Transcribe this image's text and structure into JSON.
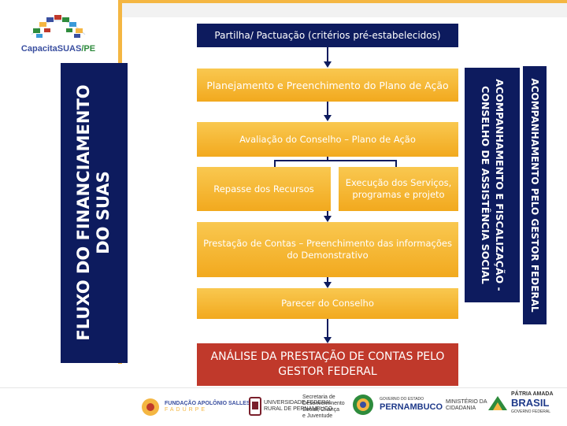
{
  "logo": {
    "brand_prefix": "Capacita",
    "brand_main": "SUAS",
    "brand_pe": "/PE"
  },
  "title": "FLUXO DO FINANCIAMENTO DO SUAS",
  "header_box": "Partilha/ Pactuação (critérios pré-estabelecidos)",
  "steps": {
    "planejamento": "Planejamento e Preenchimento do Plano de Ação",
    "avaliacao": "Avaliação do Conselho – Plano de Ação",
    "repasse": "Repasse dos Recursos",
    "execucao": "Execução dos Serviços, programas e projeto",
    "prestacao": "Prestação de Contas – Preenchimento das informações do Demonstrativo",
    "parecer": "Parecer do Conselho",
    "analise": "ANÁLISE DA PRESTAÇÃO DE CONTAS PELO GESTOR FEDERAL"
  },
  "side_labels": {
    "conselho": "ACOMPANHAMENTO E FISCALIZAÇÃO - CONSELHO DE ASSISTÊNCIA SOCIAL",
    "gestor_federal": "ACOMPANHAMENTO PELO GESTOR FEDERAL"
  },
  "footer": {
    "fundacao": "FUNDAÇÃO APOLÔNIO SALLES",
    "fadurpe": "FADURPE",
    "ufrpe_line1": "UNIVERSIDADE FEDERAL",
    "ufrpe_line2": "RURAL DE PERNAMBUCO",
    "secretaria_line1": "Secretaria de",
    "secretaria_line2": "Desenvolvimento",
    "secretaria_line3": "Social, Criança",
    "secretaria_line4": "e Juventude",
    "pernambuco": "PERNAMBUCO",
    "governo": "GOVERNO DO ESTADO",
    "cidadania_line1": "MINISTÉRIO DA",
    "cidadania_line2": "CIDADANIA",
    "patria_amada": "PÁTRIA AMADA",
    "brasil": "BRASIL",
    "governo_federal": "GOVERNO FEDERAL"
  },
  "colors": {
    "navy": "#0d1b5e",
    "orange": "#f4b642",
    "red": "#c0392b"
  }
}
